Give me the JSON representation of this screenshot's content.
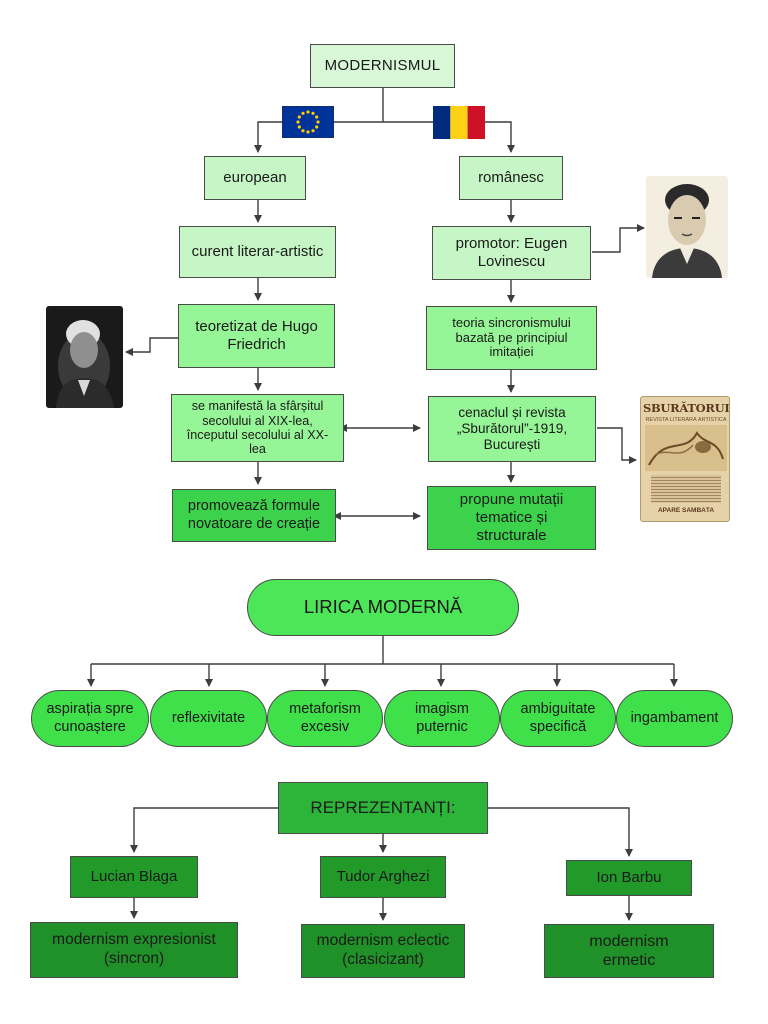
{
  "title": "MODERNISMUL",
  "branches": {
    "left": {
      "label": "european",
      "items": [
        "curent literar-artistic",
        "teoretizat de Hugo Friedrich",
        "se manifestă la sfârșitul secolului al XIX-lea, începutul secolului al XX-lea",
        "promovează formule novatoare de creație"
      ]
    },
    "right": {
      "label": "românesc",
      "items": [
        "promotor: Eugen Lovinescu",
        "teoria sincronismului bazată pe principiul imitației",
        "cenaclul și revista „Sburătorul”-1919, București",
        "propune mutații tematice și structurale"
      ]
    }
  },
  "magazine": {
    "masthead": "SBURĂTORUL",
    "subtitle": "REVISTA LITERARĂ ARTISTICĂ",
    "footer": "APARE SAMBĂTA"
  },
  "lirica": {
    "title": "LIRICA MODERNĂ",
    "traits": [
      "aspirația spre cunoaștere",
      "reflexivitate",
      "metaforism excesiv",
      "imagism puternic",
      "ambiguitate specifică",
      "ingambament"
    ]
  },
  "representatives": {
    "title": "REPREZENTANȚI:",
    "people": [
      {
        "name": "Lucian Blaga",
        "style": "modernism expresionist (sincron)"
      },
      {
        "name": "Tudor Arghezi",
        "style": "modernism eclectic (clasicizant)"
      },
      {
        "name": "Ion Barbu",
        "style": "modernism ermetic"
      }
    ]
  },
  "colors": {
    "eu_flag": "#003399",
    "eu_stars": "#ffcc00",
    "ro_flag": [
      "#002b7f",
      "#fcd116",
      "#ce1126"
    ],
    "line": "#3d3d3d"
  },
  "icons": [
    "eu-flag-icon",
    "romania-flag-icon",
    "portrait-hugo-friedrich",
    "portrait-eugen-lovinescu",
    "sburatorul-cover"
  ]
}
